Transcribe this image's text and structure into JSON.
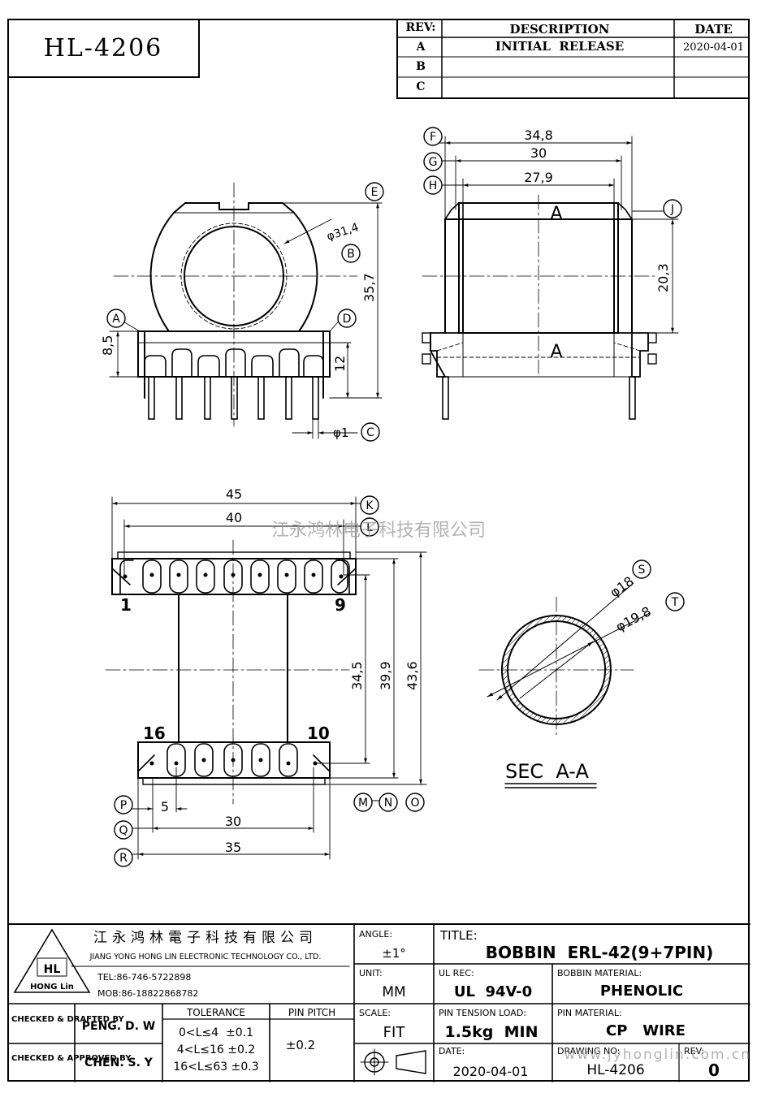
{
  "part_number": "HL-4206",
  "revision_table": {
    "headers": {
      "rev": "REV:",
      "description": "DESCRIPTION",
      "date": "DATE"
    },
    "rows": [
      {
        "rev": "A",
        "description": "INITIAL  RELEASE",
        "date": "2020-04-01"
      },
      {
        "rev": "B",
        "description": "",
        "date": ""
      },
      {
        "rev": "C",
        "description": "",
        "date": ""
      }
    ]
  },
  "watermarks": {
    "center": "江永鸿林电子科技有限公司",
    "bottom": "www.jyhonglin.com.cn"
  },
  "front_view": {
    "diameter": "φ31,4",
    "height_total": "35,7",
    "base_height": "8,5",
    "pin_length": "12",
    "pin_diameter": "φ1",
    "labels": [
      "A",
      "B",
      "C",
      "D",
      "E"
    ]
  },
  "side_view": {
    "width_outer": "34,8",
    "width_mid": "30",
    "width_inner": "27,9",
    "winding_height": "20,3",
    "section_marks": [
      "A",
      "A"
    ],
    "labels": [
      "F",
      "G",
      "H",
      "J"
    ]
  },
  "bottom_view": {
    "width_45": "45",
    "width_40": "40",
    "dim_34_5": "34,5",
    "dim_39_9": "39,9",
    "dim_43_6": "43,6",
    "dim_5": "5",
    "dim_30": "30",
    "dim_35": "35",
    "pin_1": "1",
    "pin_9": "9",
    "pin_16": "16",
    "pin_10": "10",
    "labels": [
      "K",
      "L",
      "M",
      "N",
      "O",
      "P",
      "Q",
      "R"
    ]
  },
  "section_view": {
    "inner_dia": "φ18",
    "outer_dia": "φ19,8",
    "title": "SEC  A-A",
    "labels": [
      "S",
      "T"
    ]
  },
  "title_block": {
    "company_cn": "江永鸿林電子科技有限公司",
    "company_en": "JIANG YONG HONG LIN ELECTRONIC TECHNOLOGY CO., LTD.",
    "logo_text": "HL",
    "logo_sub": "HONG Lin",
    "tel": "TEL:86-746-5722898",
    "mob": "MOB:86-18822868782",
    "angle_label": "ANGLE:",
    "angle_value": "±1°",
    "title_label": "TITLE:",
    "title_value": "BOBBIN  ERL-42(9+7PIN)",
    "unit_label": "UNIT:",
    "unit_value": "MM",
    "ul_label": "UL REC:",
    "ul_value": "UL  94V-0",
    "bobbin_label": "BOBBIN MATERIAL:",
    "bobbin_value": "PHENOLIC",
    "checked_drafted": "CHECKED & DRAFTED BY",
    "drafter": "PENG. D. W",
    "tolerance_label": "TOLERANCE",
    "tol1": "0<L≤4  ±0.1",
    "tol2": "4<L≤16 ±0.2",
    "tol3": "16<L≤63 ±0.3",
    "pin_pitch_label": "PIN PITCH",
    "pin_pitch_value": "±0.2",
    "scale_label": "SCALE:",
    "scale_value": "FIT",
    "tension_label": "PIN TENSION LOAD:",
    "tension_value": "1.5kg  MIN",
    "pin_mat_label": "PIN MATERIAL:",
    "pin_mat_value": "CP   WIRE",
    "checked_approved": "CHECKED & APPROVED BY",
    "approver": "CHEN. S. Y",
    "date_label": "DATE:",
    "date_value": "2020-04-01",
    "drawing_no_label": "DRAWING NO:",
    "drawing_no_value": "HL-4206",
    "rev_label": "REV:",
    "rev_value": "0"
  }
}
